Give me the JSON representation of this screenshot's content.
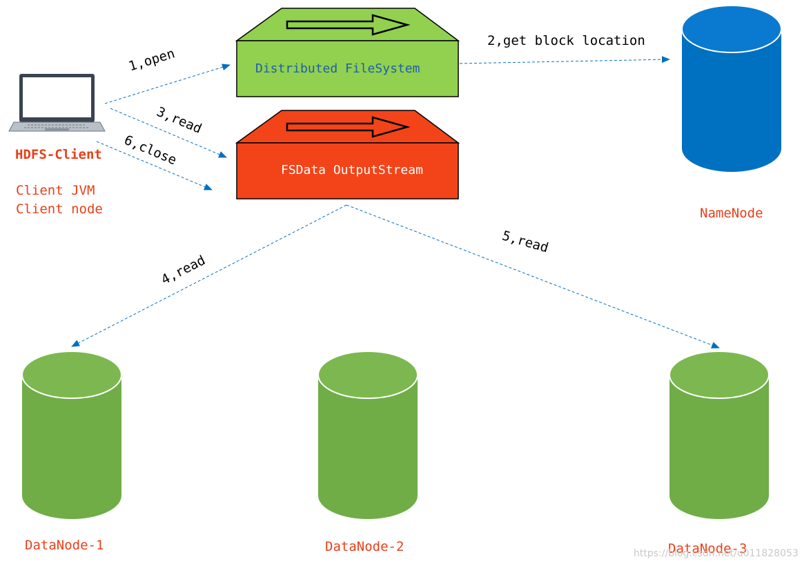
{
  "colors": {
    "datanode": "#70ad47",
    "datanode_top": "#7cb84f",
    "namenode": "#0070c0",
    "namenode_top": "#0a7ad0",
    "dfs_box": "#92d050",
    "stream_box": "#f34419",
    "edge": "#0070c0",
    "label_red": "#e8401a",
    "dfs_text": "#1f5fa8",
    "stream_text": "#ffffff"
  },
  "client": {
    "icon": "laptop-icon",
    "title": "HDFS-Client",
    "line1": "Client JVM",
    "line2": "Client node"
  },
  "boxes": {
    "dfs": {
      "label": "Distributed FileSystem",
      "icon": "arrow-right-icon"
    },
    "stream": {
      "label": "FSData OutputStream",
      "icon": "arrow-right-icon"
    }
  },
  "namenode": {
    "label": "NameNode"
  },
  "datanodes": [
    {
      "label": "DataNode-1"
    },
    {
      "label": "DataNode-2"
    },
    {
      "label": "DataNode-3"
    }
  ],
  "edges": {
    "open": "1,open",
    "get_block": "2,get block location",
    "read3": "3,read",
    "read4": "4,read",
    "read5": "5,read",
    "close": "6,close"
  },
  "watermark": "https://blog.csdn.net/u011828053"
}
